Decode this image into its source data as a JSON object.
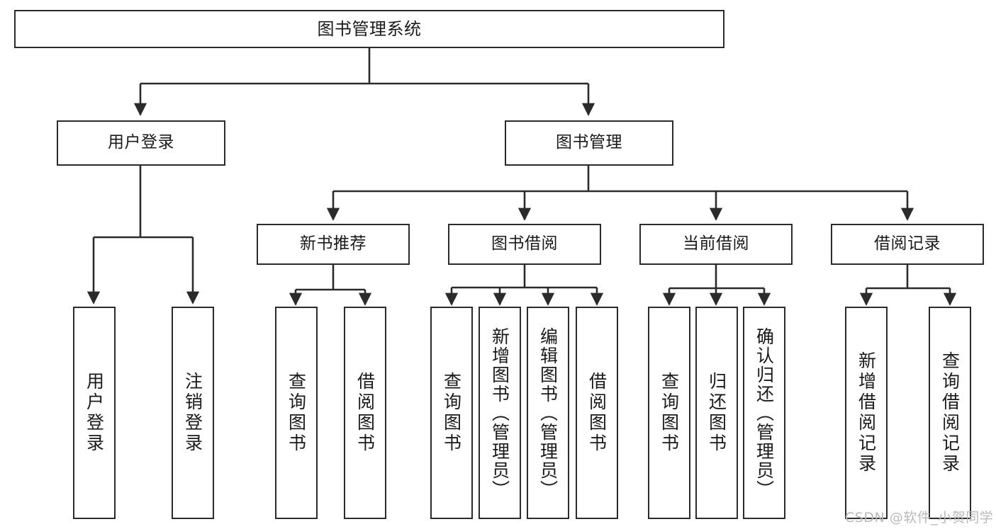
{
  "diagram": {
    "type": "tree",
    "title": "图书管理系统",
    "root": {
      "label": "图书管理系统"
    },
    "level1": [
      {
        "label": "用户登录"
      },
      {
        "label": "图书管理"
      }
    ],
    "level2": [
      {
        "label": "新书推荐",
        "parent": "图书管理"
      },
      {
        "label": "图书借阅",
        "parent": "图书管理"
      },
      {
        "label": "当前借阅",
        "parent": "图书管理"
      },
      {
        "label": "借阅记录",
        "parent": "图书管理"
      }
    ],
    "leaves": {
      "user_login": [
        {
          "label": "用户登录"
        },
        {
          "label": "注销登录"
        }
      ],
      "new_book_recommend": [
        {
          "label": "查询图书"
        },
        {
          "label": "借阅图书"
        }
      ],
      "book_borrow": [
        {
          "label": "查询图书"
        },
        {
          "label": "新增图书（管理员）"
        },
        {
          "label": "编辑图书（管理员）"
        },
        {
          "label": "借阅图书"
        }
      ],
      "current_borrow": [
        {
          "label": "查询图书"
        },
        {
          "label": "归还图书"
        },
        {
          "label": "确认归还（管理员）"
        }
      ],
      "borrow_record": [
        {
          "label": "新增借阅记录"
        },
        {
          "label": "查询借阅记录"
        }
      ]
    }
  },
  "watermark": {
    "text": "CSDN @软件_小贺同学"
  },
  "colors": {
    "border": "#2b2b2b",
    "background": "#ffffff",
    "text": "#1a1a1a",
    "watermark": "#b9b9b9"
  }
}
